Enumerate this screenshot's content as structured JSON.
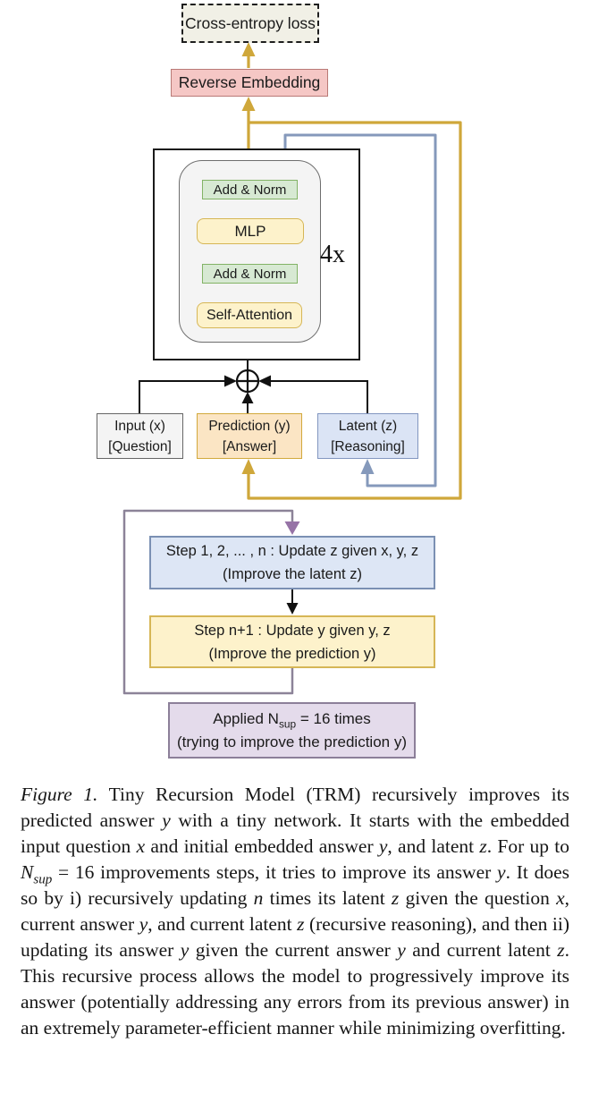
{
  "diagram": {
    "loss_box": "Cross-entropy loss",
    "reverse_embedding": "Reverse Embedding",
    "transformer_block": {
      "add_norm_top": "Add & Norm",
      "mlp": "MLP",
      "add_norm_bottom": "Add & Norm",
      "self_attention": "Self-Attention",
      "repeat_label": "4x"
    },
    "combine_symbol": "+",
    "states": {
      "input_x": {
        "line1": "Input (x)",
        "line2": "[Question]"
      },
      "prediction_y": {
        "line1": "Prediction (y)",
        "line2": "[Answer]"
      },
      "latent_z": {
        "line1": "Latent (z)",
        "line2": "[Reasoning]"
      }
    },
    "steps": {
      "latent_update": {
        "line1": "Step 1, 2, ... , n : Update z given x, y, z",
        "line2": "(Improve the latent z)"
      },
      "answer_update": {
        "line1": "Step n+1 : Update y given y, z",
        "line2": "(Improve the prediction y)"
      },
      "applied": {
        "pre": "Applied N",
        "sub": "sup",
        "post": " = 16 times",
        "line2": "(trying to improve the prediction y)"
      }
    },
    "colors": {
      "gold_arrow": "#cfa73a",
      "blue_arrow": "#8599bb",
      "loop_line": "#8c8398",
      "loop_arrowhead": "#9673a6",
      "black_line": "#111111",
      "loss_box_fill": "#f1f0e6",
      "reverse_embedding_fill": "#f5c7c5",
      "reverse_embedding_stroke": "#b97a76",
      "add_norm_fill": "#d7e9d3",
      "add_norm_stroke": "#82b366",
      "yellow_fill": "#fdf2cb",
      "yellow_stroke": "#d6b656",
      "gray_fill": "#f4f4f4",
      "prediction_fill": "#fbe5c4",
      "latent_fill": "#dbe4f5",
      "latent_stroke": "#8296c0",
      "step_blue_stroke": "#7b90b3",
      "applied_fill": "#e4dbeb",
      "applied_stroke": "#8c7f99"
    }
  },
  "caption": {
    "segments": [
      {
        "t": "Figure 1.",
        "i": true
      },
      {
        "t": " Tiny Recursion Model (TRM) recursively improves its predicted answer "
      },
      {
        "t": "y",
        "i": true
      },
      {
        "t": " with a tiny network. It starts with the embedded input question "
      },
      {
        "t": "x",
        "i": true
      },
      {
        "t": " and initial embedded answer "
      },
      {
        "t": "y",
        "i": true
      },
      {
        "t": ", and latent "
      },
      {
        "t": "z",
        "i": true
      },
      {
        "t": ". For up to "
      },
      {
        "t": "N",
        "i": true
      },
      {
        "t": "sup",
        "i": true,
        "sub": true
      },
      {
        "t": " = 16 improvements steps, it tries to improve its answer "
      },
      {
        "t": "y",
        "i": true
      },
      {
        "t": ". It does so by i) recursively updating "
      },
      {
        "t": "n",
        "i": true
      },
      {
        "t": " times its latent "
      },
      {
        "t": "z",
        "i": true
      },
      {
        "t": " given the question "
      },
      {
        "t": "x",
        "i": true
      },
      {
        "t": ", current answer "
      },
      {
        "t": "y",
        "i": true
      },
      {
        "t": ", and current latent "
      },
      {
        "t": "z",
        "i": true
      },
      {
        "t": " (recursive reasoning), and then ii) updating its answer "
      },
      {
        "t": "y",
        "i": true
      },
      {
        "t": " given the current answer "
      },
      {
        "t": "y",
        "i": true
      },
      {
        "t": " and current latent "
      },
      {
        "t": "z",
        "i": true
      },
      {
        "t": ". This recursive process allows the model to progressively improve its answer (potentially addressing any errors from its previous answer) in an extremely parameter-efficient manner while minimizing overfitting."
      }
    ]
  }
}
